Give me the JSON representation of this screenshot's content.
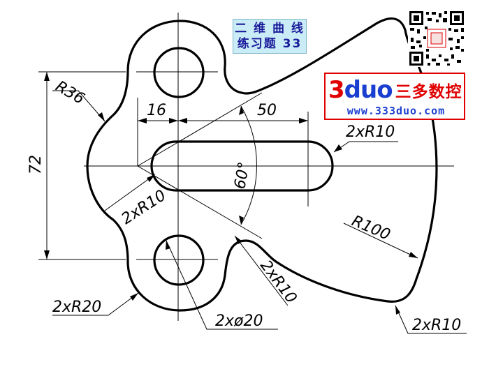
{
  "title": {
    "line1": "二 维 曲 线",
    "line2": "练习题 33"
  },
  "logo": {
    "brand_a": "3",
    "brand_b": "duo",
    "brand_cn": "三多数控",
    "url": "www.333duo.com"
  },
  "dimensions": {
    "r36": "R36",
    "d16": "16",
    "d50": "50",
    "d72": "72",
    "angle60": "60°",
    "slot_r10": "2xR10",
    "left_r10": "2xR10",
    "lower_r10": "2xR10",
    "r100": "R100",
    "r20": "2xR20",
    "phi20": "2xø20",
    "corner_r10": "2xR10"
  }
}
